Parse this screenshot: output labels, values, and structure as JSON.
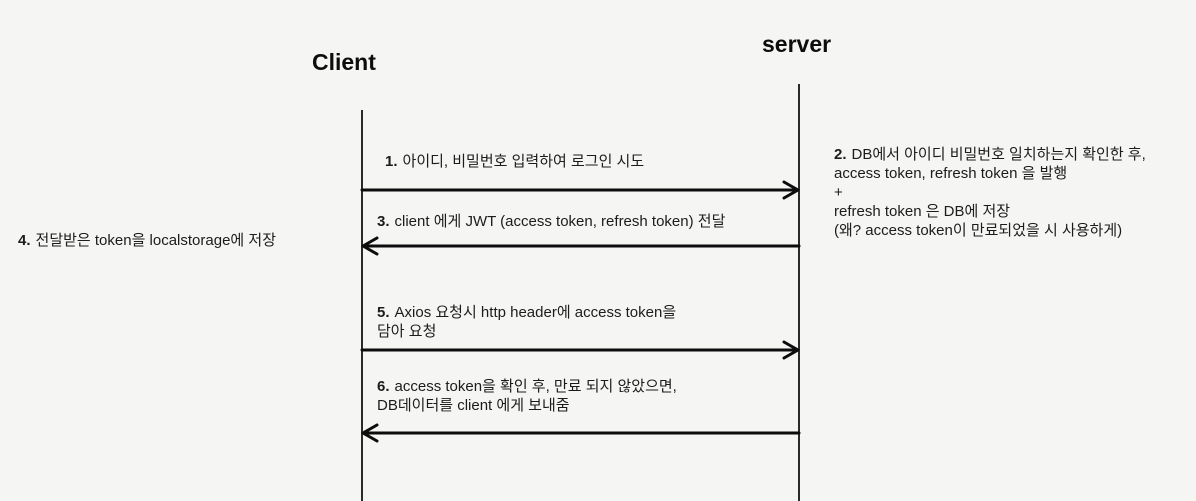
{
  "colors": {
    "background": "#f5f5f3",
    "line": "#0c0c0c",
    "text": "#1c1c1c"
  },
  "diagram": {
    "actors": [
      {
        "name": "Client"
      },
      {
        "name": "server"
      }
    ],
    "messages": {
      "m1": {
        "num": "1.",
        "text": "아이디, 비밀번호 입력하여 로그인 시도",
        "direction": "client-to-server"
      },
      "m2": {
        "num": "2.",
        "line1": "DB에서 아이디 비밀번호 일치하는지 확인한 후,",
        "line2": "access token, refresh token 을 발행",
        "line3": "+",
        "line4": "refresh token 은 DB에 저장",
        "line5": "(왜? access token이 만료되었을 시 사용하게)",
        "direction": "server-note"
      },
      "m3": {
        "num": "3.",
        "text": "client 에게 JWT (access token, refresh token) 전달",
        "direction": "server-to-client"
      },
      "m4": {
        "num": "4.",
        "text": "전달받은 token을 localstorage에 저장",
        "direction": "client-note"
      },
      "m5": {
        "num": "5.",
        "line1": "Axios 요청시 http header에 access token을",
        "line2": "담아 요청",
        "direction": "client-to-server"
      },
      "m6": {
        "num": "6.",
        "line1": "access token을 확인 후, 만료 되지 않았으면,",
        "line2": "DB데이터를 client 에게 보내줌",
        "direction": "server-to-client"
      }
    }
  }
}
